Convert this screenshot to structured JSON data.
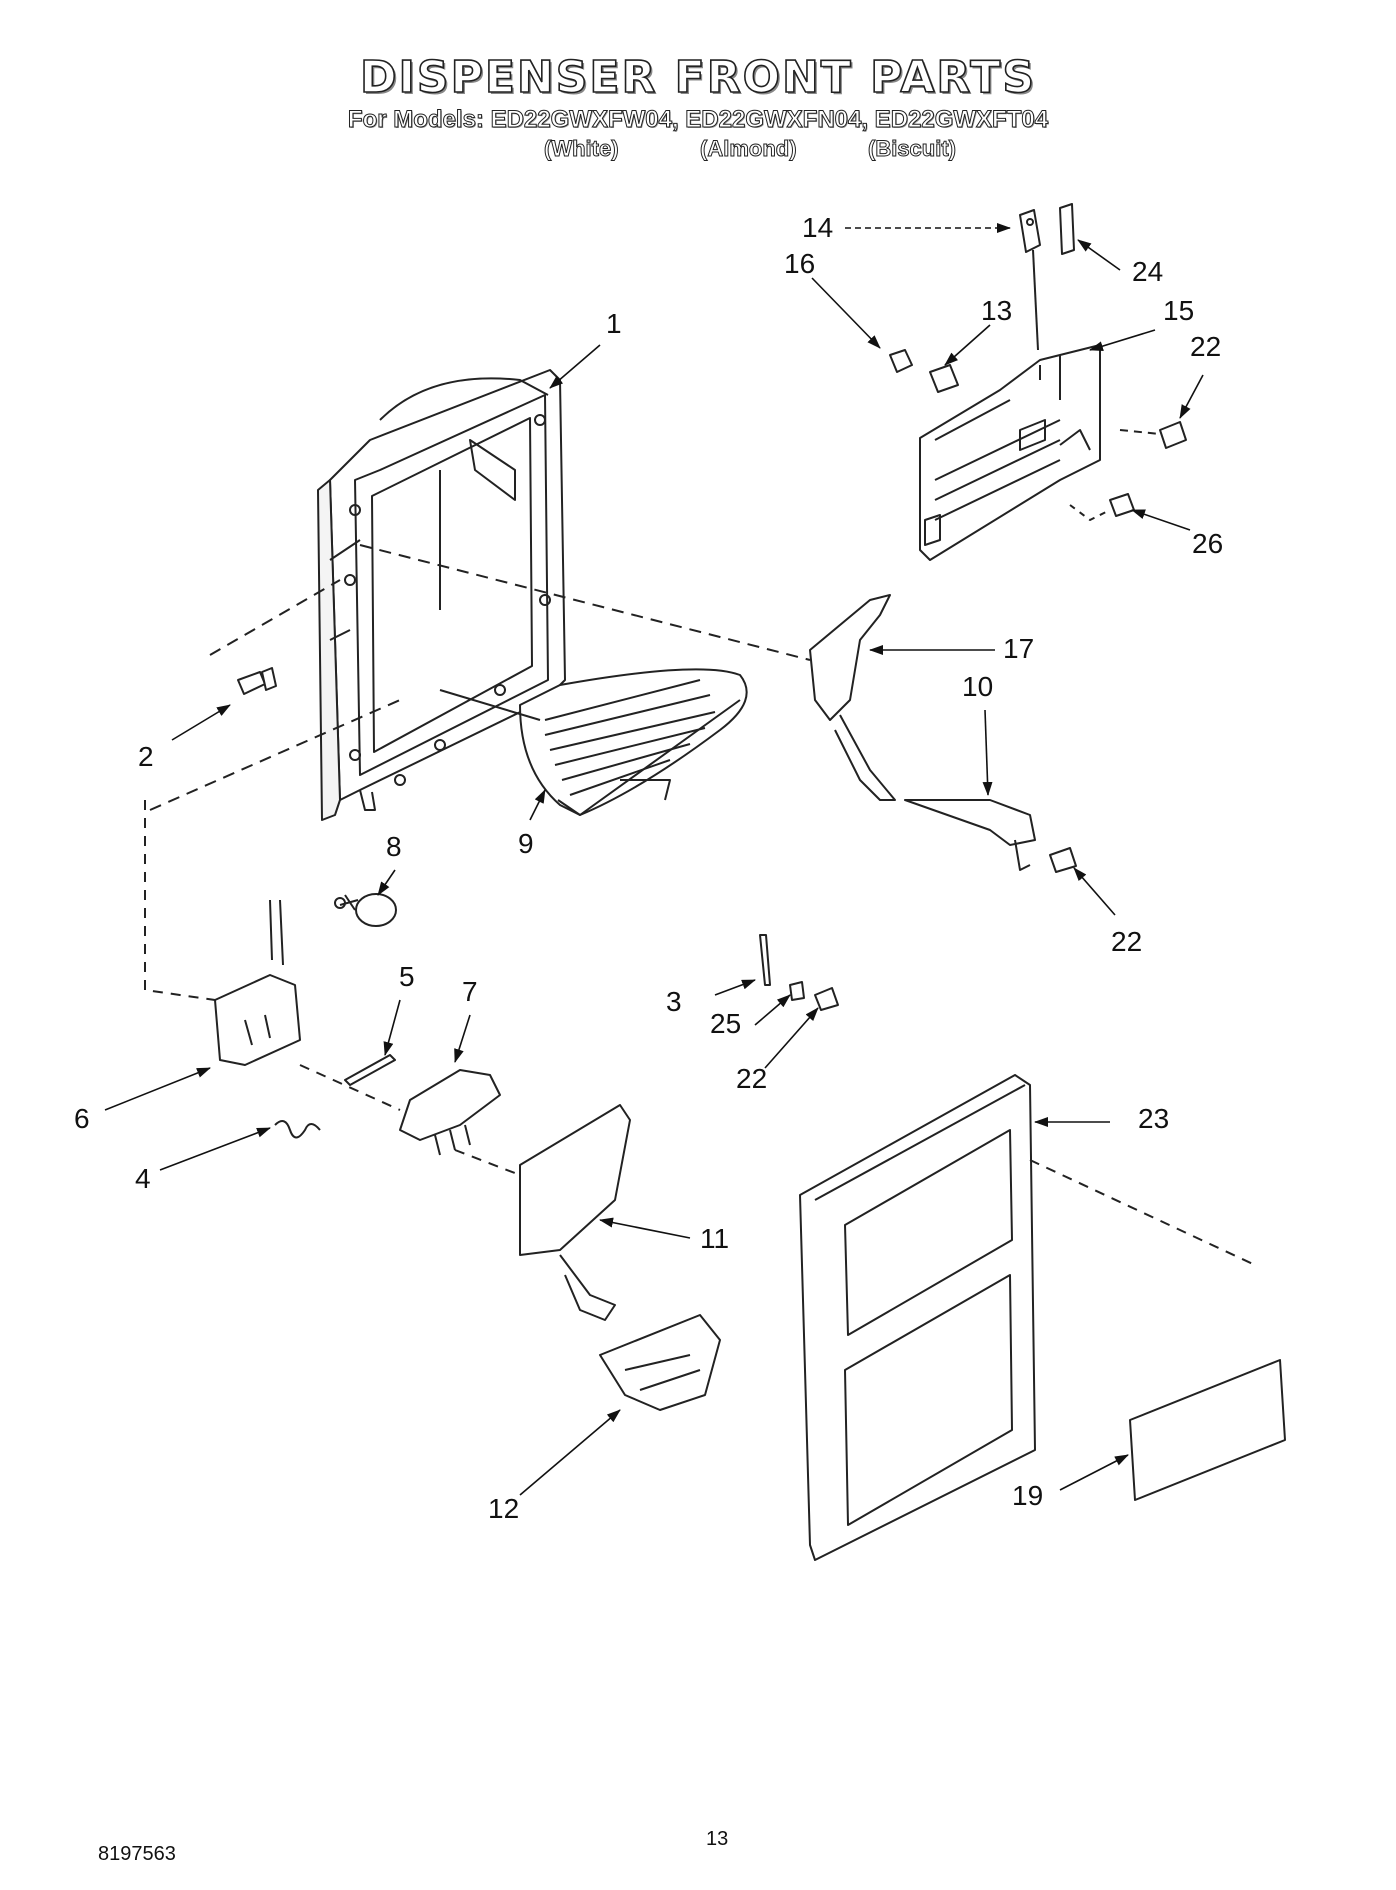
{
  "title": "DISPENSER FRONT PARTS",
  "subtitle": "For Models: ED22GWXFW04, ED22GWXFN04, ED22GWXFT04",
  "colors": {
    "white": "(White)",
    "almond": "(Almond)",
    "biscuit": "(Biscuit)"
  },
  "callouts": {
    "c1": "1",
    "c2": "2",
    "c3": "3",
    "c4": "4",
    "c5": "5",
    "c6": "6",
    "c7": "7",
    "c8": "8",
    "c9": "9",
    "c10": "10",
    "c11": "11",
    "c12": "12",
    "c13": "13",
    "c14": "14",
    "c15": "15",
    "c16": "16",
    "c17": "17",
    "c19": "19",
    "c22a": "22",
    "c22b": "22",
    "c22c": "22",
    "c23": "23",
    "c24": "24",
    "c25": "25",
    "c26": "26"
  },
  "footer": {
    "doc_number": "8197563",
    "page_number": "13"
  }
}
